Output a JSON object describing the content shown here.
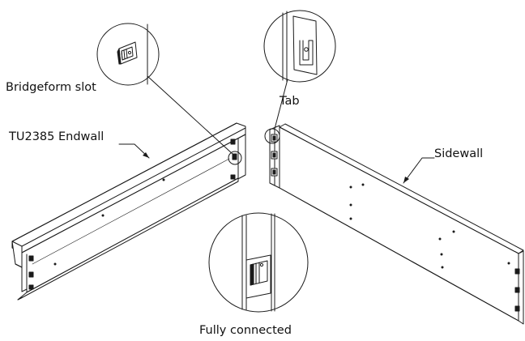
{
  "labels": {
    "bridgeform_slot": "Bridgeform slot",
    "endwall": "TU2385 Endwall",
    "tab": "Tab",
    "sidewall": "Sidewall",
    "fully_connected": "Fully connected"
  },
  "colors": {
    "line": "#1a1a1a",
    "face": "#ffffff",
    "hatch": "#1a1a1a"
  }
}
